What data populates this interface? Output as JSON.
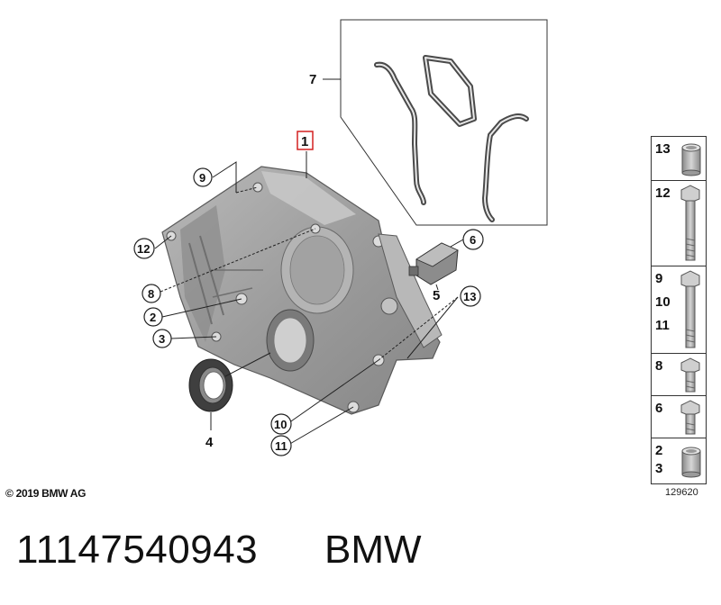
{
  "diagram": {
    "callouts": {
      "c1": "1",
      "c2": "2",
      "c3": "3",
      "c4": "4",
      "c5": "5",
      "c6": "6",
      "c7": "7",
      "c8": "8",
      "c9": "9",
      "c10": "10",
      "c11": "11",
      "c12": "12",
      "c13": "13"
    },
    "highlighted_callout": "1",
    "colors": {
      "highlight": "#d42020",
      "housing_dark": "#7d7d7d",
      "housing_mid": "#a6a6a6",
      "housing_light": "#c8c8c8",
      "gasket": "#4a4a4a"
    }
  },
  "legend": {
    "items": [
      {
        "labels": [
          "13"
        ],
        "icon": "sleeve-icon"
      },
      {
        "labels": [
          "12"
        ],
        "icon": "long-bolt-icon"
      },
      {
        "labels": [
          "9",
          "10",
          "11"
        ],
        "icon": "bolt-icon"
      },
      {
        "labels": [
          "8"
        ],
        "icon": "short-bolt-icon"
      },
      {
        "labels": [
          "6"
        ],
        "icon": "short-bolt-icon"
      },
      {
        "labels": [
          "2",
          "3"
        ],
        "icon": "sleeve-icon"
      }
    ]
  },
  "footer": {
    "copyright": "© 2019 BMW AG",
    "figure_number": "129620",
    "part_number": "11147540943",
    "brand": "BMW"
  }
}
